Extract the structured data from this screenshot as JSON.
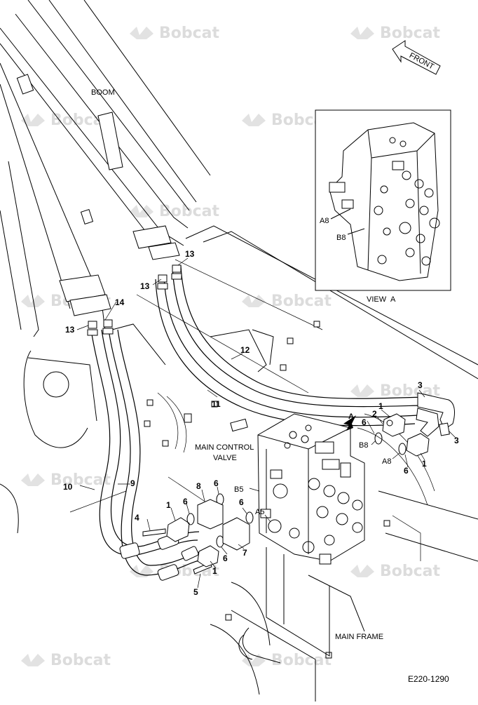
{
  "watermark": "Bobcat",
  "labels": {
    "boom": "BOOM",
    "front": "FRONT",
    "view_a": "VIEW",
    "view_a_letter": "A",
    "main_control_valve_1": "MAIN CONTROL",
    "main_control_valve_2": "VALVE",
    "main_frame": "MAIN FRAME",
    "inset_a8": "A8",
    "inset_b8": "B8",
    "arrow_a": "A",
    "port_b8": "B8",
    "port_a8": "A8",
    "port_b5": "B5",
    "port_a5": "A5",
    "drawing_number": "E220-1290"
  },
  "callouts": {
    "c1a": "1",
    "c1b": "1",
    "c1c": "1",
    "c1d": "1",
    "c2": "2",
    "c3a": "3",
    "c3b": "3",
    "c4": "4",
    "c5": "5",
    "c6a": "6",
    "c6b": "6",
    "c6c": "6",
    "c6d": "6",
    "c6e": "6",
    "c6f": "6",
    "c7": "7",
    "c8": "8",
    "c9": "9",
    "c10": "10",
    "c11": "11",
    "c12": "12",
    "c13a": "13",
    "c13b": "13",
    "c13c": "13",
    "c14": "14"
  }
}
